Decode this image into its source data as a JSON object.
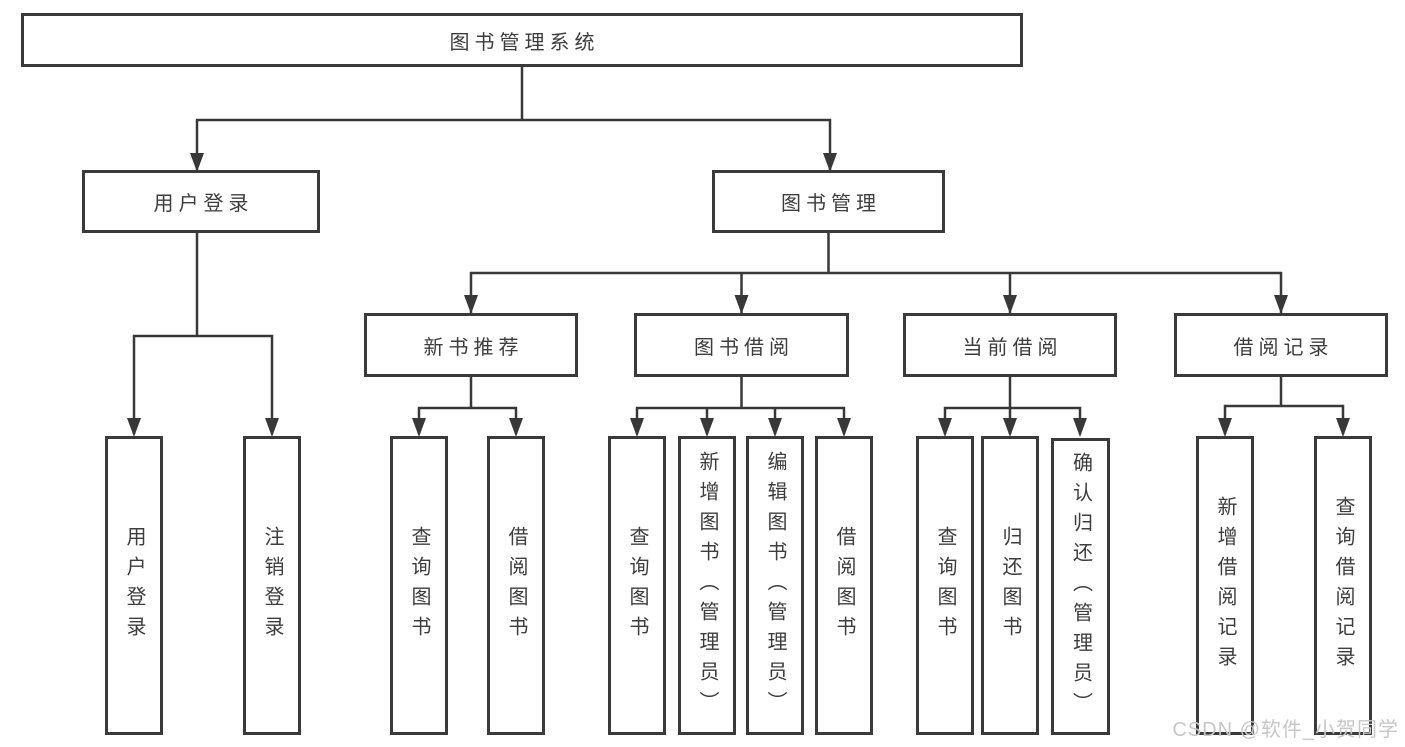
{
  "title": "图书管理系统",
  "watermark": "CSDN @软件_小贺同学",
  "colors": {
    "line": "#383838",
    "box_border": "#3a3a3a",
    "text": "#3d3d3d",
    "background": "#ffffff",
    "watermark": "#c7c7c7"
  },
  "tree": {
    "label": "图书管理系统",
    "children": [
      {
        "label": "用户登录",
        "children": [
          {
            "label": "用户登录"
          },
          {
            "label": "注销登录"
          }
        ]
      },
      {
        "label": "图书管理",
        "children": [
          {
            "label": "新书推荐",
            "children": [
              {
                "label": "查询图书"
              },
              {
                "label": "借阅图书"
              }
            ]
          },
          {
            "label": "图书借阅",
            "children": [
              {
                "label": "查询图书"
              },
              {
                "label": "新增图书（管理员）"
              },
              {
                "label": "编辑图书（管理员）"
              },
              {
                "label": "借阅图书"
              }
            ]
          },
          {
            "label": "当前借阅",
            "children": [
              {
                "label": "查询图书"
              },
              {
                "label": "归还图书"
              },
              {
                "label": "确认归还（管理员）"
              }
            ]
          },
          {
            "label": "借阅记录",
            "children": [
              {
                "label": "新增借阅记录"
              },
              {
                "label": "查询借阅记录"
              }
            ]
          }
        ]
      }
    ]
  }
}
